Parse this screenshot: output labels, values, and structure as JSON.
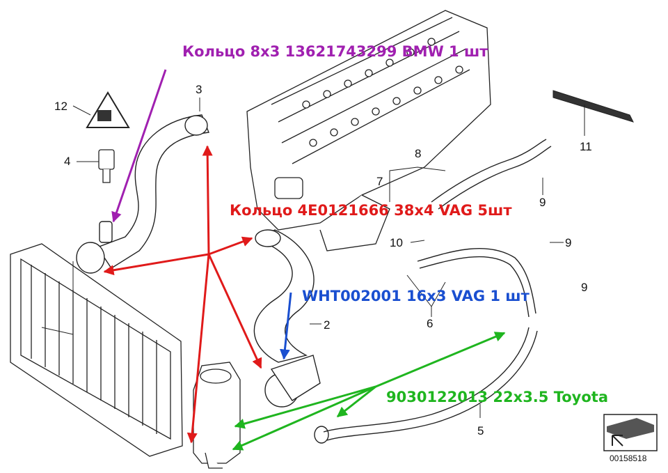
{
  "callouts": {
    "purple": "Кольцо 8x3 13621743299 BMW 1 шт",
    "red": "Кольцо 4E0121666  38x4 VAG 5шт",
    "blue": "WHT002001 16x3  VAG 1 шт",
    "green": "9030122013 22x3.5 Toyota"
  },
  "colors": {
    "purple": "#a020b0",
    "red": "#e01a1a",
    "blue": "#1a4fd0",
    "green": "#1fb51f",
    "line": "#222222"
  },
  "part_numbers": {
    "p12": "12",
    "p4": "4",
    "p3": "3",
    "p8": "8",
    "p7": "7",
    "p11": "11",
    "p9a": "9",
    "p9b": "9",
    "p9c": "9",
    "p10": "10",
    "p2": "2",
    "p6": "6",
    "p5": "5"
  },
  "reference": "00158518"
}
